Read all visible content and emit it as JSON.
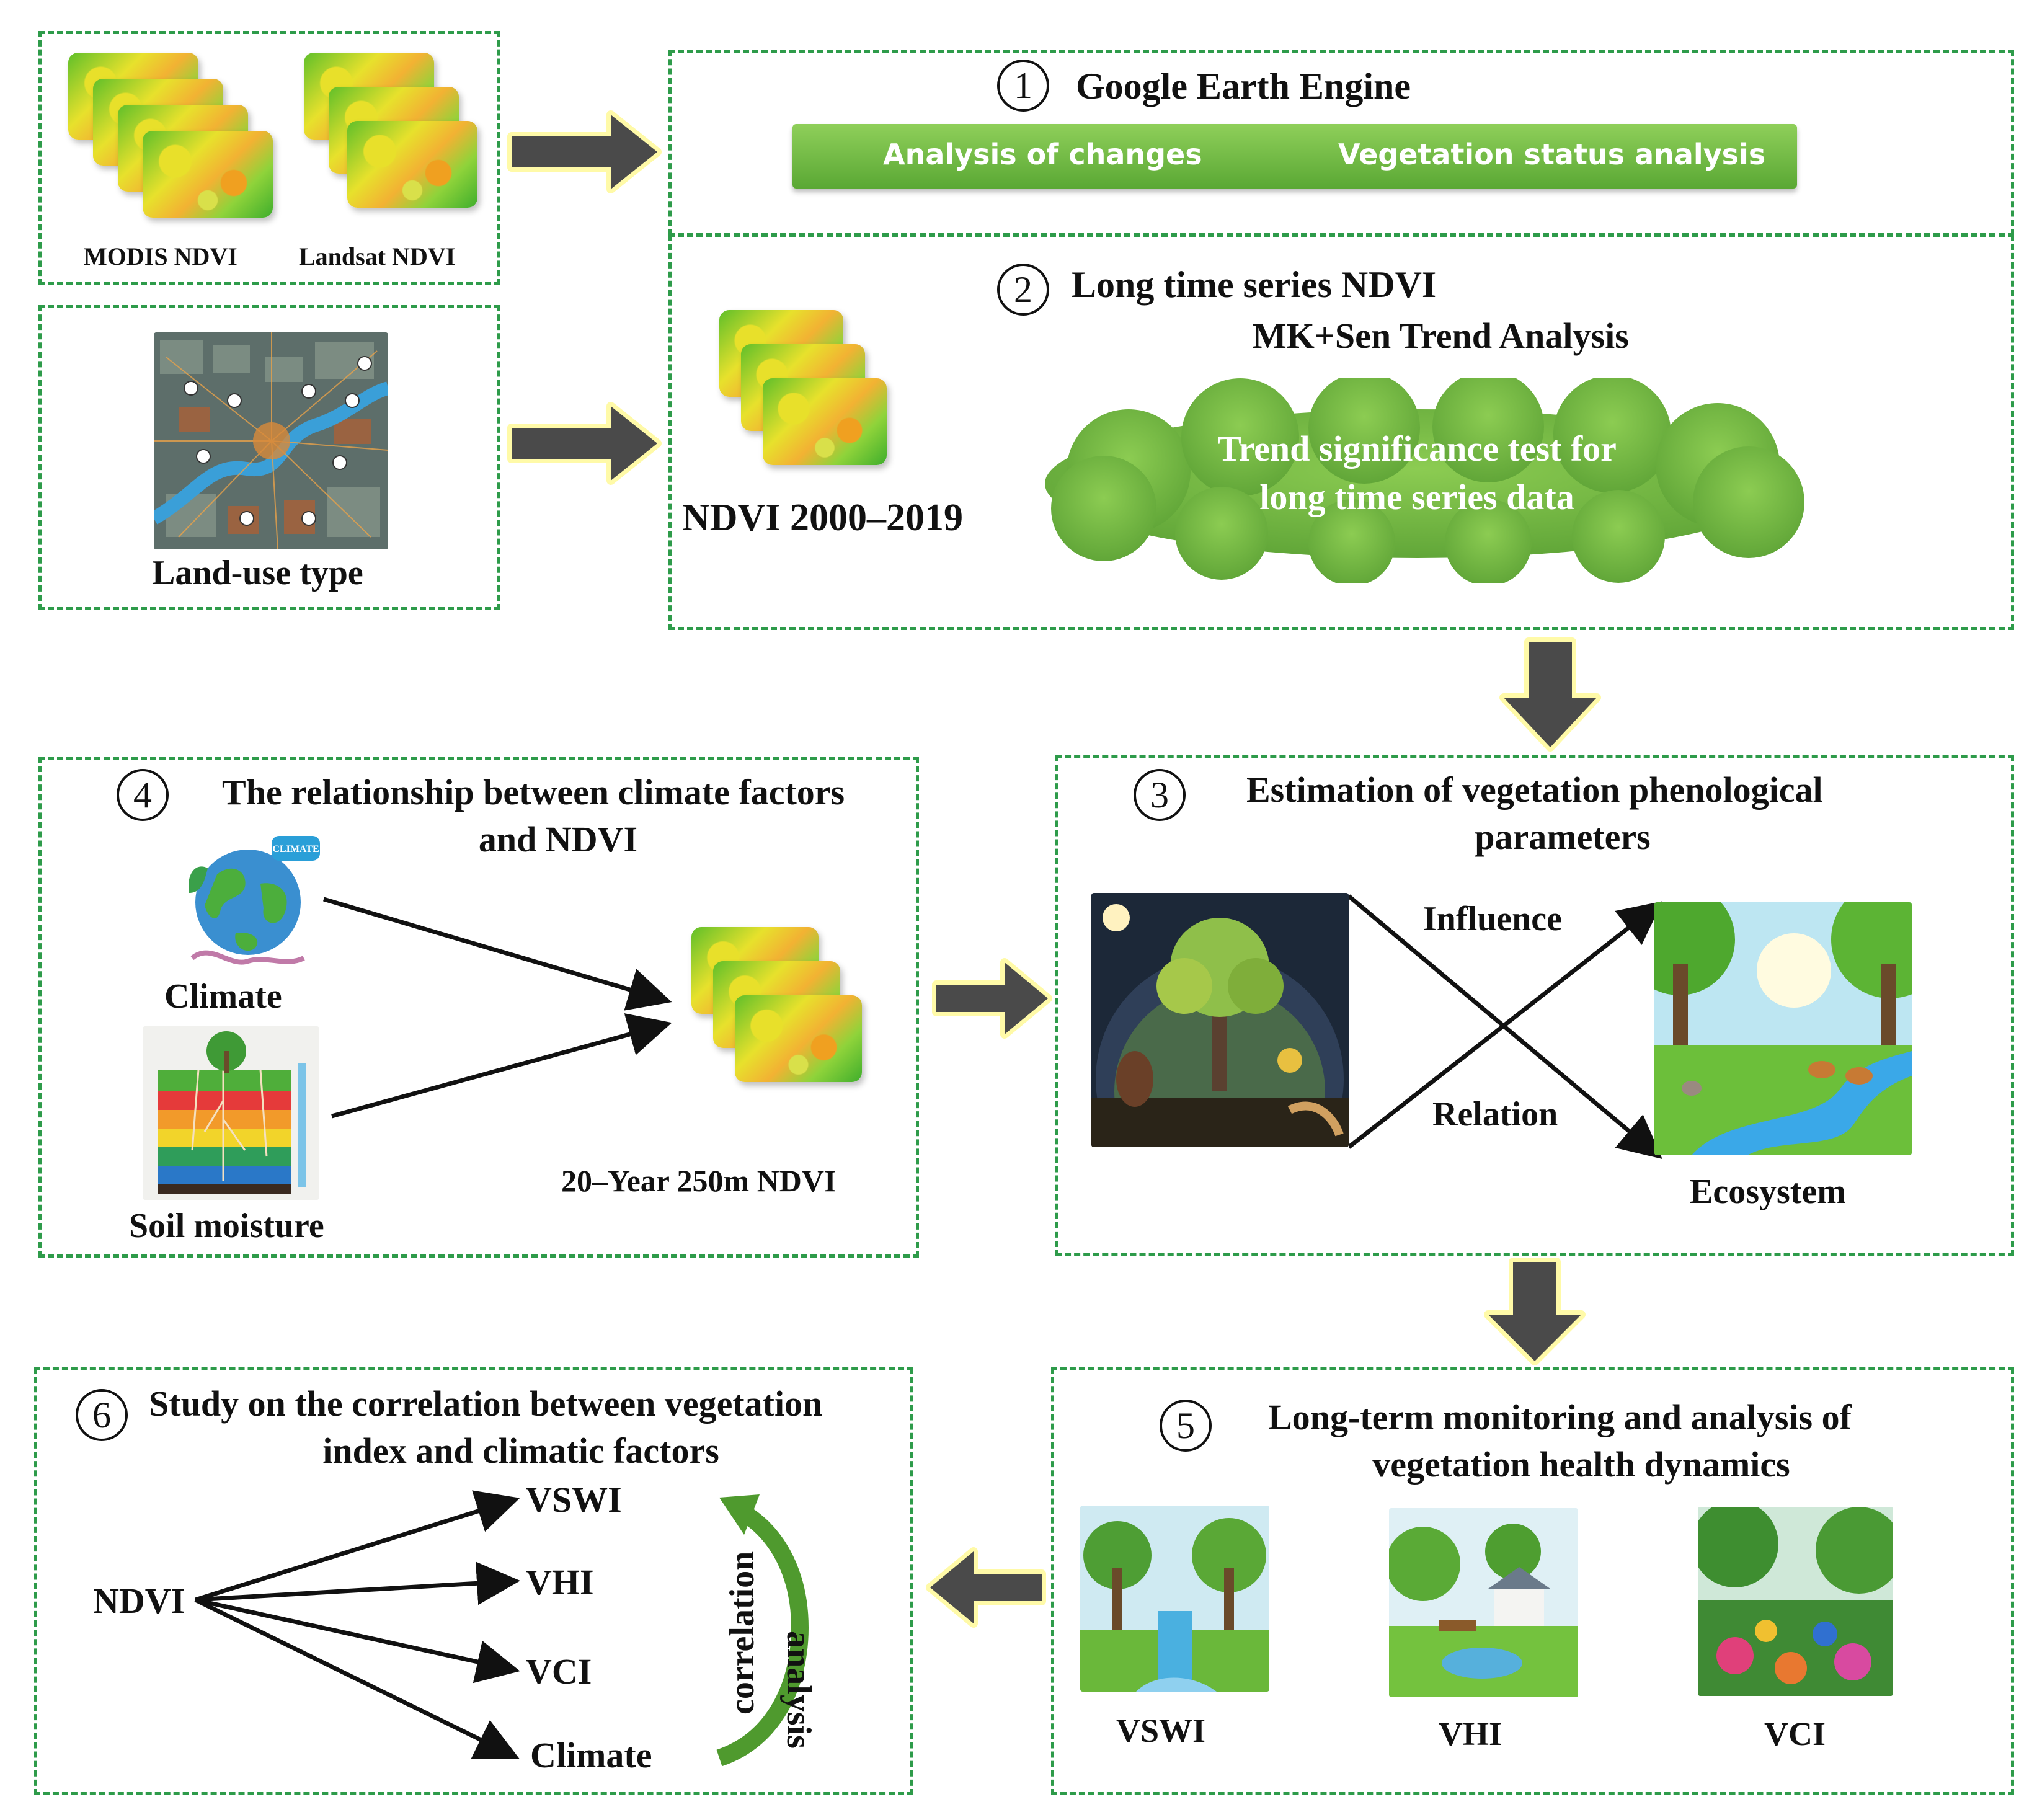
{
  "inputs": {
    "modis_label": "MODIS NDVI",
    "landsat_label": "Landsat NDVI",
    "landuse_label": "Land-use type"
  },
  "step1": {
    "number": "1",
    "title": "Google Earth Engine",
    "bar_left": "Analysis of changes",
    "bar_right": "Vegetation status analysis"
  },
  "step2": {
    "number": "2",
    "title": "Long time series NDVI",
    "subtitle": "MK+Sen Trend Analysis",
    "ndvi_label": "NDVI 2000–2019",
    "cloud_line1": "Trend significance test for",
    "cloud_line2": "long time series data"
  },
  "step3": {
    "number": "3",
    "title_line1": "Estimation of vegetation phenological",
    "title_line2": "parameters",
    "influence": "Influence",
    "relation": "Relation",
    "ecosystem": "Ecosystem"
  },
  "step4": {
    "number": "4",
    "title_line1": "The relationship between climate factors",
    "title_line2": "and NDVI",
    "climate": "Climate",
    "climate_badge": "CLIMATE",
    "soil": "Soil moisture",
    "ndvi_note": "20–Year 250m NDVI"
  },
  "step5": {
    "number": "5",
    "title_line1": "Long-term monitoring and analysis of",
    "title_line2": "vegetation health dynamics",
    "vswi": "VSWI",
    "vhi": "VHI",
    "vci": "VCI"
  },
  "step6": {
    "number": "6",
    "title_line1": "Study on the correlation between vegetation",
    "title_line2": "index and climatic factors",
    "source": "NDVI",
    "targets": [
      "VSWI",
      "VHI",
      "VCI",
      "Climate"
    ],
    "corr_word1": "correlation",
    "corr_word2": "analysis"
  },
  "colors": {
    "border_green": "#2e9b4a",
    "bar_green": "#5aa834",
    "cloud_green": "#6fb43c",
    "arrow_gray": "#4a4a4a",
    "arrow_glow": "#fffaa8"
  }
}
